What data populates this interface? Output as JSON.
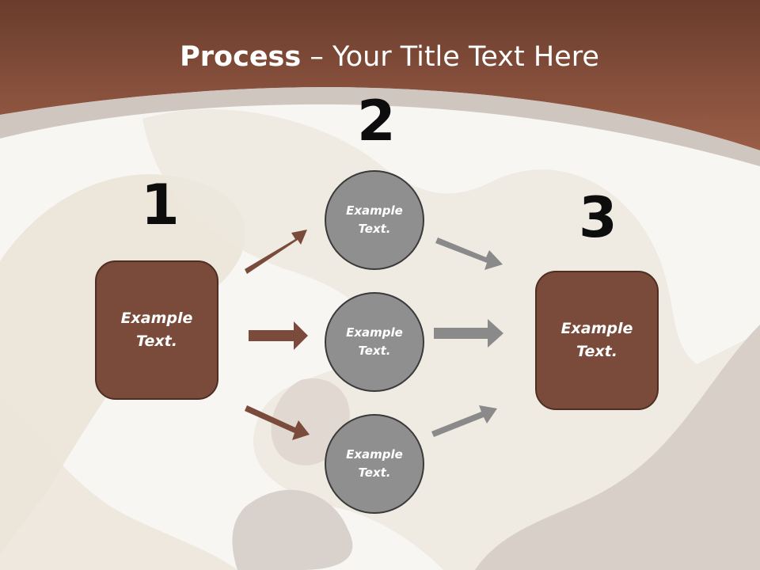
{
  "title": {
    "bold": "Process",
    "rest": " – Your Title Text Here"
  },
  "steps": {
    "one": "1",
    "two": "2",
    "three": "3"
  },
  "boxes": {
    "left": [
      "Example",
      "Text."
    ],
    "right": [
      "Example",
      "Text."
    ]
  },
  "circles": [
    [
      "Example",
      "Text."
    ],
    [
      "Example",
      "Text."
    ],
    [
      "Example",
      "Text."
    ]
  ],
  "colors": {
    "header": "#7b4a38",
    "box": "#7a4b3a",
    "circle": "#8f8f8f",
    "arrow_brown": "#7a4b3a",
    "arrow_grey": "#8a8a8a"
  }
}
